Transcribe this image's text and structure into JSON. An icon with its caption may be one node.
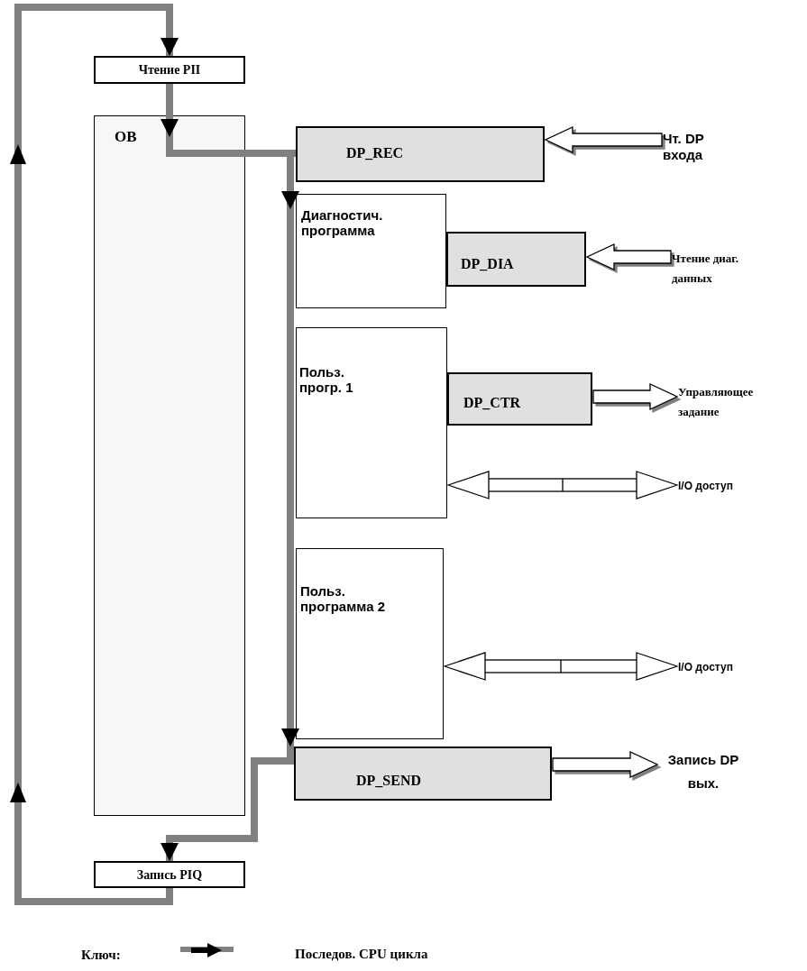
{
  "diagram": {
    "nodes": [
      {
        "text": [
          "Чтение PII"
        ]
      },
      {
        "text": [
          "OB"
        ]
      },
      {
        "text": [
          "DP_REC"
        ]
      },
      {
        "text": [
          "Диагностич. программа"
        ]
      },
      {
        "text": [
          "DP_DIA"
        ]
      },
      {
        "text": [
          "Польз. прогр. 1"
        ]
      },
      {
        "text": [
          "DP_CTR"
        ]
      },
      {
        "text": [
          "Польз. программа 2"
        ]
      },
      {
        "text": [
          "DP_SEND"
        ]
      },
      {
        "text": [
          "Запись PIQ"
        ]
      },
      {
        "text": [
          "Чт. DP входа"
        ]
      },
      {
        "text": [
          "Чтение диаг. данных"
        ]
      },
      {
        "text": [
          "Управляющее задание"
        ]
      },
      {
        "text": [
          "I/O доступ"
        ]
      },
      {
        "text": [
          "I/O доступ"
        ]
      },
      {
        "text": [
          "Запись DP вых."
        ]
      }
    ],
    "edges": [
      {
        "from": 9,
        "to": 0,
        "arrow": "to"
      },
      {
        "from": 0,
        "to": 1,
        "arrow": "to"
      },
      {
        "from": 1,
        "to": 2,
        "arrow": "none"
      },
      {
        "from": 2,
        "to": 3,
        "arrow": "to"
      },
      {
        "from": 3,
        "to": 8,
        "arrow": "to"
      },
      {
        "from": 8,
        "to": 9,
        "arrow": "to"
      },
      {
        "from": 10,
        "to": 2,
        "arrow": "to",
        "color": "#000000"
      },
      {
        "from": 11,
        "to": 4,
        "arrow": "to",
        "color": "#000000"
      },
      {
        "from": 6,
        "to": 12,
        "arrow": "to",
        "color": "#000000"
      },
      {
        "from": 5,
        "to": 13,
        "arrow": "both",
        "color": "#000000"
      },
      {
        "from": 7,
        "to": 14,
        "arrow": "both",
        "color": "#000000"
      },
      {
        "from": 8,
        "to": 15,
        "arrow": "to",
        "color": "#000000"
      }
    ],
    "labels": [
      "Ключ:"
    ],
    "legend": [
      {
        "text": "Последов. CPU цикла"
      }
    ]
  }
}
